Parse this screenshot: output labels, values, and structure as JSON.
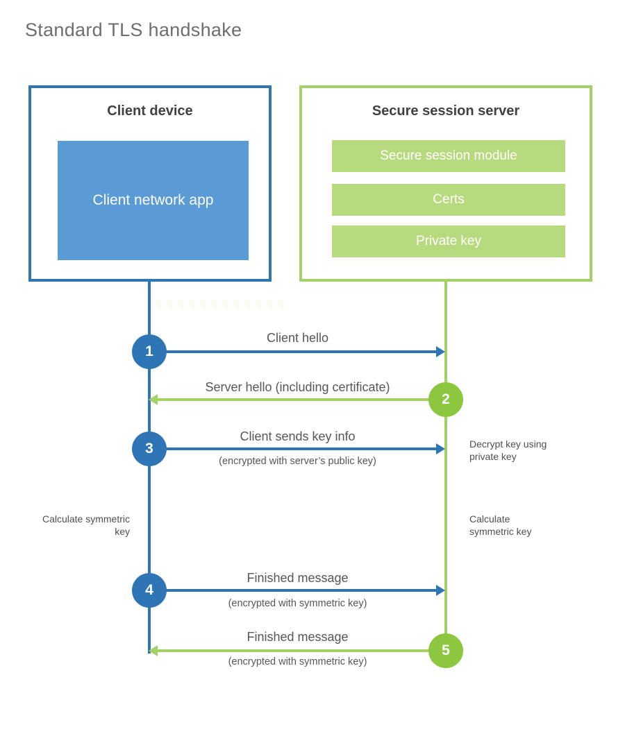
{
  "page": {
    "title": "Standard TLS handshake"
  },
  "colors": {
    "client_accent": "#2e75b6",
    "client_fill": "#5b9bd5",
    "server_accent": "#a3d165",
    "server_fill": "#b7da7e",
    "server_circle": "#8dc63f",
    "text_dark": "#414042",
    "text_gray": "#565659"
  },
  "client": {
    "title": "Client device",
    "app_label": "Client network app"
  },
  "server": {
    "title": "Secure session server",
    "modules": [
      "Secure session module",
      "Certs",
      "Private key"
    ]
  },
  "steps": [
    {
      "num": "1",
      "label": "Client hello",
      "sublabel": "",
      "direction": "right",
      "actor": "client"
    },
    {
      "num": "2",
      "label": "Server hello (including certificate)",
      "sublabel": "",
      "direction": "left",
      "actor": "server"
    },
    {
      "num": "3",
      "label": "Client sends key info",
      "sublabel": "(encrypted with server’s public key)",
      "direction": "right",
      "actor": "client"
    },
    {
      "num": "4",
      "label": "Finished message",
      "sublabel": "(encrypted with symmetric key)",
      "direction": "right",
      "actor": "client"
    },
    {
      "num": "5",
      "label": "Finished message",
      "sublabel": "(encrypted with symmetric key)",
      "direction": "left",
      "actor": "server"
    }
  ],
  "notes": {
    "decrypt": "Decrypt key using private key",
    "client_calculate": "Calculate symmetric key",
    "server_calculate": "Calculate symmetric key"
  }
}
